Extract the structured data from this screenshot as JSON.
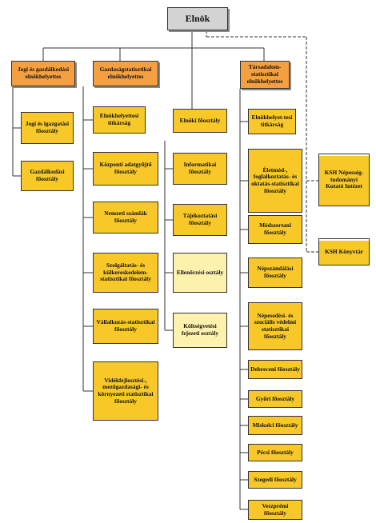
{
  "top": {
    "label": "Elnök"
  },
  "deputies": {
    "legal": "Jogi és gazdálkodási elnökhelyettes",
    "economic": "Gazdaságstatisztikai elnökhelyettes",
    "social": "Társadalom-statisztikai elnökhelyettes"
  },
  "legal_units": [
    "Jogi és igazgatási főosztály",
    "Gazdálkodási főosztály"
  ],
  "economic_units": [
    "Elnökhelyettesi titkárság",
    "Központi adatgyűjtő főosztály",
    "Nemzeti számlák főosztály",
    "Szolgáltatás- és külkereskedelem-statisztikai főosztály",
    "Vállalkozás-statisztikai főosztály",
    "Vidékfejlesztési-, mezőgazdasági- és környezeti statisztikai főosztály"
  ],
  "president_dept": {
    "label": "Elnöki főosztály",
    "units": [
      "Informatikai főosztály",
      "Tájékoztatási főosztály",
      "Ellenőrzési osztály",
      "Költségvetési fejezeti osztály"
    ]
  },
  "social_units": [
    "Elnökhelyet-tesi titkárság",
    "Életmód-, foglalkoztatás- és oktatás-statisztikai főosztály",
    "Módszertani főosztály",
    "Népszámlálási főosztály",
    "Népesedési- és szociális védelmi statisztikai főosztály",
    "Debreceni főosztály",
    "Győri főosztály",
    "Miskolci főosztály",
    "Pécsi főosztály",
    "Szegedi főosztály",
    "Veszprémi főosztály"
  ],
  "external_units": [
    "KSH Népesség-tudományi Kutató Intézet",
    "KSH Könyvtár"
  ],
  "colors": {
    "top": "#d3d3d3",
    "deputy": "#f5a040",
    "unit": "#f7c828",
    "pale_unit": "#fdf1ae"
  }
}
